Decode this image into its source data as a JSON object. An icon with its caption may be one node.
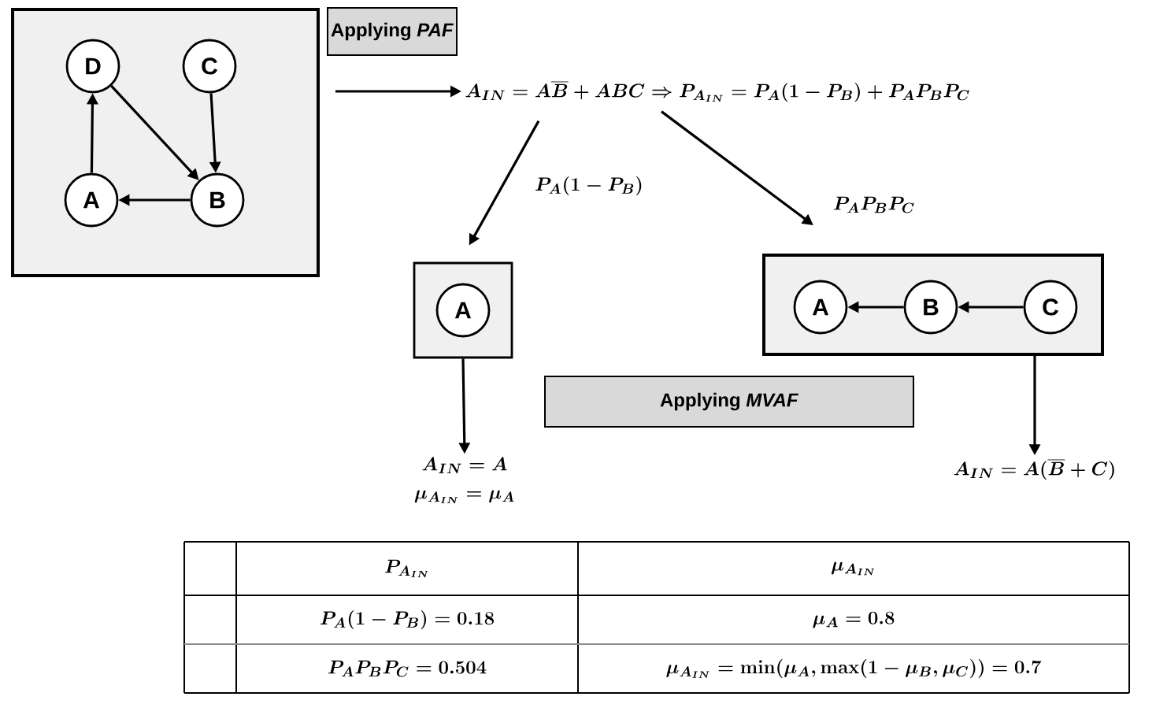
{
  "diagram": {
    "nodes": [
      {
        "text": [],
        "shape": "box"
      },
      {
        "text": [
          "D"
        ],
        "in": 0
      },
      {
        "text": [
          "C"
        ],
        "in": 0
      },
      {
        "text": [
          "A"
        ],
        "in": 0
      },
      {
        "text": [
          "B"
        ],
        "in": 0
      },
      {
        "text": [
          "Applying *PAF*"
        ]
      },
      {
        "text": [
          "A_{IN} = A\\overline{B} + ABC \\Rightarrow P_{A_{IN}} = P_A(1-P_B) + P_AP_BP_C"
        ]
      },
      {
        "text": [],
        "shape": "box"
      },
      {
        "text": [
          "A"
        ],
        "in": 7
      },
      {
        "text": [],
        "shape": "box"
      },
      {
        "text": [
          "A"
        ],
        "in": 9
      },
      {
        "text": [
          "B"
        ],
        "in": 9
      },
      {
        "text": [
          "C"
        ],
        "in": 9
      },
      {
        "text": [
          "Applying *MVAF*"
        ]
      },
      {
        "text": [
          "A_{IN} = A",
          "\\mu_{A_{IN}} = \\mu_A"
        ]
      },
      {
        "text": [
          "A_{IN} = A(\\overline{B} + C)"
        ]
      }
    ],
    "edges": [
      {
        "from": 1,
        "to": 4,
        "arrow": "to"
      },
      {
        "from": 2,
        "to": 4,
        "arrow": "to"
      },
      {
        "from": 3,
        "to": 1,
        "arrow": "to"
      },
      {
        "from": 4,
        "to": 3,
        "arrow": "to"
      },
      {
        "from": 0,
        "to": 6,
        "arrow": "to"
      },
      {
        "from": 6,
        "to": 7,
        "arrow": "to",
        "label": "P_A(1-P_B)"
      },
      {
        "from": 6,
        "to": 9,
        "arrow": "to",
        "label": "P_AP_BP_C"
      },
      {
        "from": 11,
        "to": 10,
        "arrow": "to"
      },
      {
        "from": 12,
        "to": 11,
        "arrow": "to"
      },
      {
        "from": 7,
        "to": 14,
        "arrow": "to"
      },
      {
        "from": 9,
        "to": 15,
        "arrow": "to"
      }
    ],
    "labels": [
      "P_{A_{IN}}",
      "\\mu_{A_{IN}}",
      "P_A(1-P_B) = 0.18",
      "\\mu_A = 0.8",
      "P_AP_BP_C = 0.504",
      "\\mu_{A_{IN}} = \\min(\\mu_A, \\max(1-\\mu_B, \\mu_C)) = 0.7"
    ]
  }
}
